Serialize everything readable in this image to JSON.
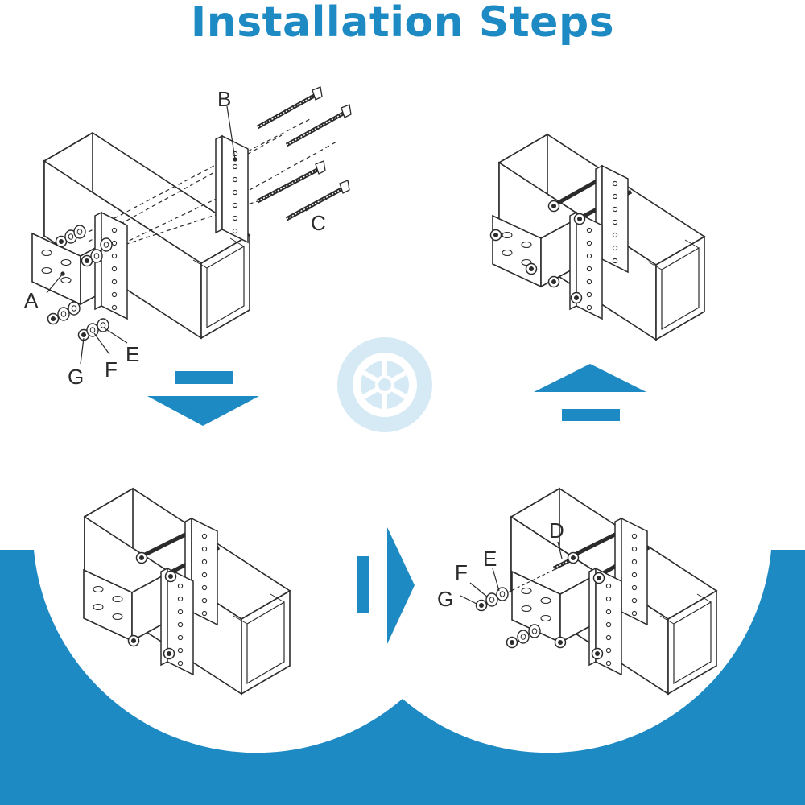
{
  "title": "Installation Steps",
  "colors": {
    "accent": "#1e8ac4",
    "accent_light": "#d6eaf5",
    "line": "#2b2b2b",
    "background": "#ffffff"
  },
  "callouts": {
    "top_left": {
      "a": "A",
      "b": "B",
      "c": "C",
      "e": "E",
      "f": "F",
      "g": "G"
    },
    "bottom_right": {
      "d": "D",
      "e": "E",
      "f": "F",
      "g": "G"
    }
  },
  "icons": {
    "center": "wheel-icon",
    "arrow_down": "arrow-down-icon",
    "arrow_right": "arrow-right-icon",
    "arrow_up": "arrow-up-icon"
  }
}
